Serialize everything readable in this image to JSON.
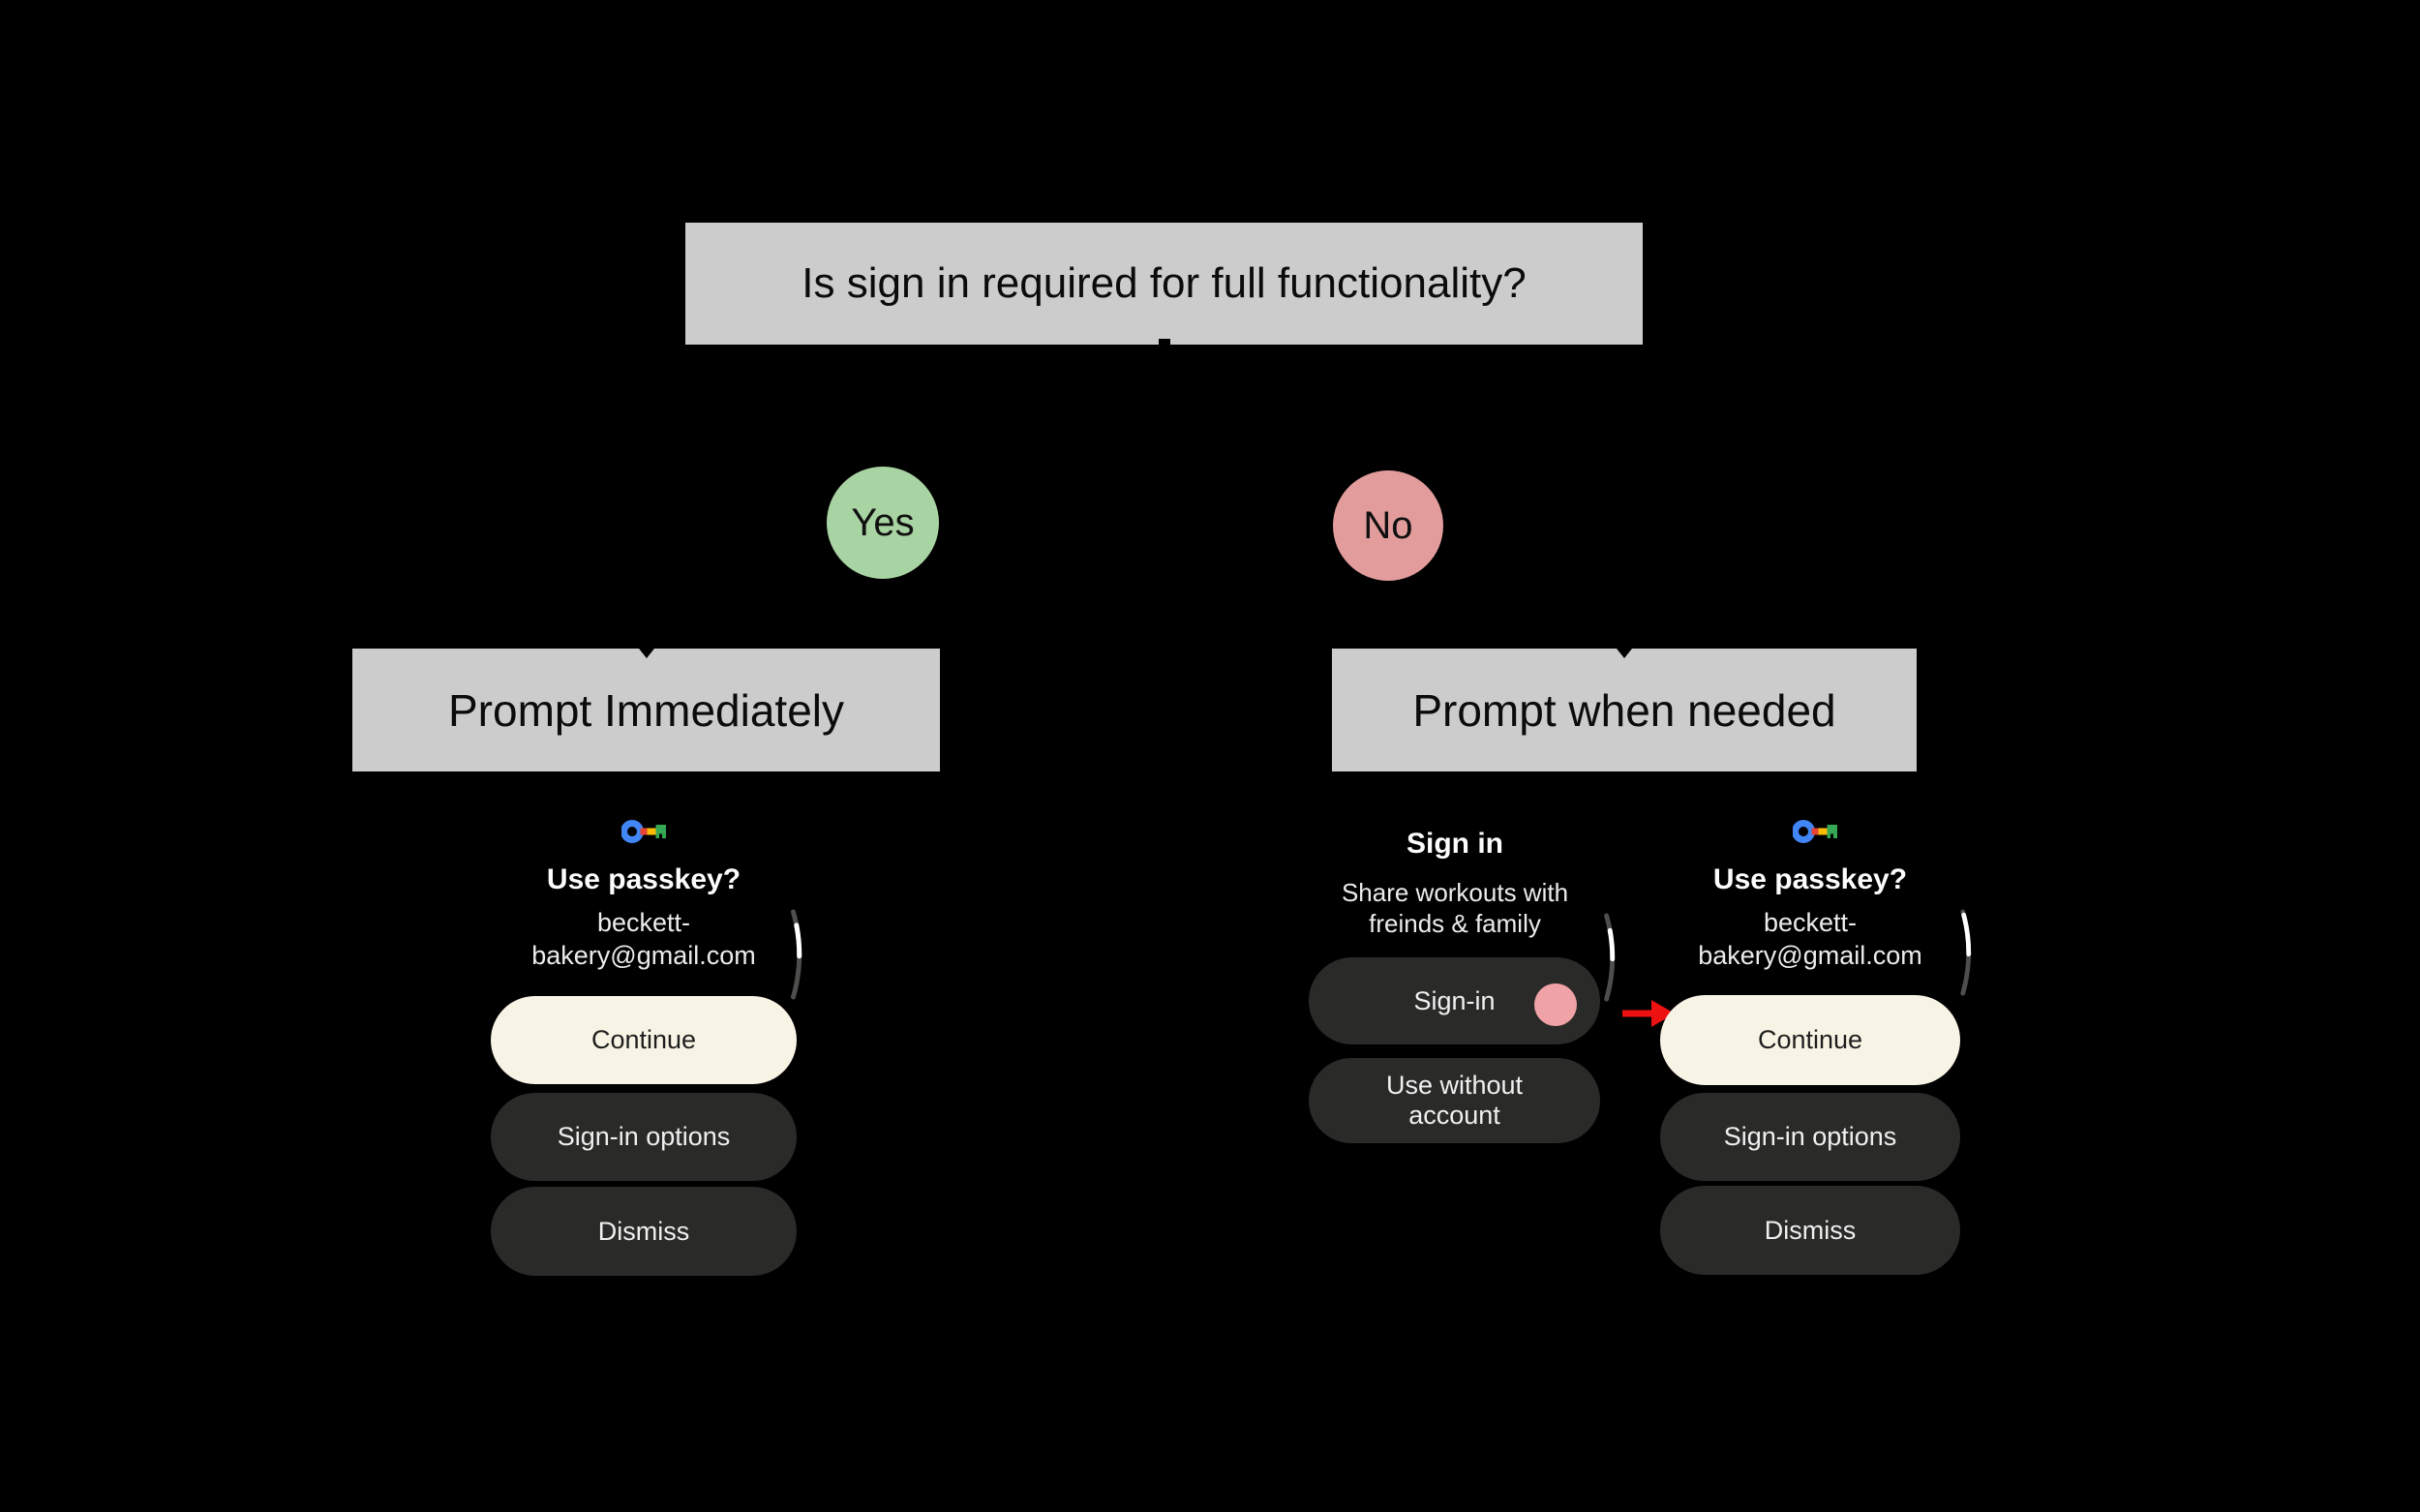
{
  "diagram": {
    "question": "Is sign in required for full functionality?",
    "yes_label": "Yes",
    "no_label": "No",
    "left_outcome": "Prompt Immediately",
    "right_outcome": "Prompt when needed"
  },
  "screens": {
    "passkey_left": {
      "title": "Use passkey?",
      "email_line1": "beckett-",
      "email_line2": "bakery@gmail.com",
      "continue_label": "Continue",
      "signin_options_label": "Sign-in options",
      "dismiss_label": "Dismiss"
    },
    "signin_prompt": {
      "title": "Sign in",
      "description_line1": "Share workouts with",
      "description_line2": "freinds & family",
      "signin_label": "Sign-in",
      "use_without_line1": "Use without",
      "use_without_line2": "account"
    },
    "passkey_right": {
      "title": "Use passkey?",
      "email_line1": "beckett-",
      "email_line2": "bakery@gmail.com",
      "continue_label": "Continue",
      "signin_options_label": "Sign-in options",
      "dismiss_label": "Dismiss"
    }
  },
  "icons": {
    "passkey": "passkey-key-icon",
    "scroll_indicator": "scroll-indicator-arc",
    "touch": "touch-indicator-dot",
    "flow_arrow": "red-flow-arrow-icon"
  },
  "colors": {
    "background": "#000000",
    "box_gray": "#cccccc",
    "yes_green": "#a8d3a2",
    "no_pink": "#e29c9c",
    "continue_cream": "#f8f4e5",
    "pill_dark": "#2a2a28",
    "touch_pink": "#efa3a7",
    "arrow_red": "#ee1111",
    "passkey_blue": "#4285f4",
    "passkey_red": "#ea4335",
    "passkey_yellow": "#fbbc04",
    "passkey_green": "#34a853"
  }
}
